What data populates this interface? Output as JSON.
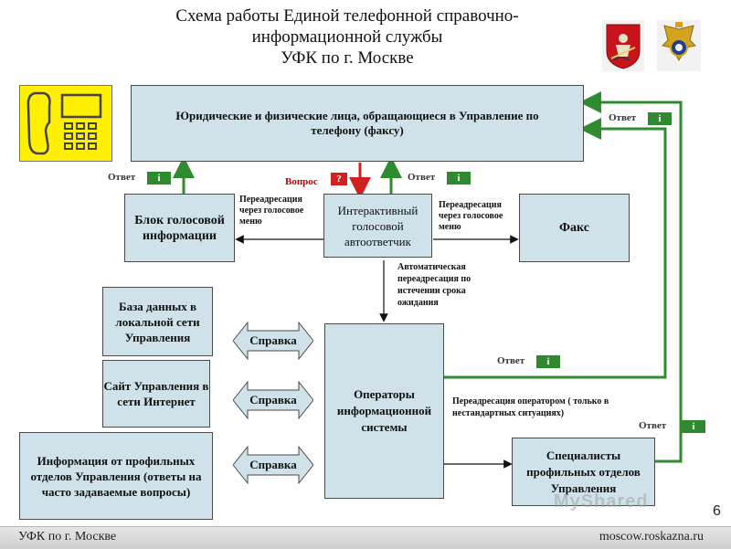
{
  "header": {
    "title_lines": [
      "Схема работы Единой телефонной справочно-",
      "информационной службы",
      "УФК по г. Москве"
    ]
  },
  "nodes": {
    "clients": "Юридические  и физические лица, обращающиеся в Управление по телефону (факсу)",
    "voice_block": "Блок голосовой информации",
    "ivr": "Интерактивный голосовой автоответчик",
    "fax": "Факс",
    "database": "База данных в локальной сети Управления",
    "website": "Сайт Управления в сети Интернет",
    "info_departments": "Информация от профильных отделов Управления (ответы на часто задаваемые вопросы)",
    "operators": "Операторы информационной системы",
    "specialists": "Специалисты профильных отделов Управления"
  },
  "labels": {
    "answer": "Ответ",
    "question": "Вопрос",
    "answer_icon": "i",
    "question_icon": "?",
    "redirect_voice_left": "Переадресация через голосовое меню",
    "redirect_voice_right": "Переадресация через голосовое меню",
    "auto_redirect": "Автоматическая переадресация по истечении срока ожидания",
    "operator_redirect": "Переадресация оператором ( только в нестандартных ситуациях)",
    "reference": "Справка"
  },
  "footer": {
    "left": "УФК по г. Москве",
    "right": "moscow.roskazna.ru",
    "page": "6"
  },
  "watermark": "MyShared",
  "icons": {
    "phone": "phone-icon",
    "moscow_emblem": "moscow-coat-of-arms-icon",
    "treasury_emblem": "treasury-eagle-emblem-icon"
  },
  "colors": {
    "box_fill": "#cfe2ea",
    "arrow_green": "#2e8b2e",
    "arrow_red": "#d21f1f",
    "phone_bg": "#ffef00"
  }
}
